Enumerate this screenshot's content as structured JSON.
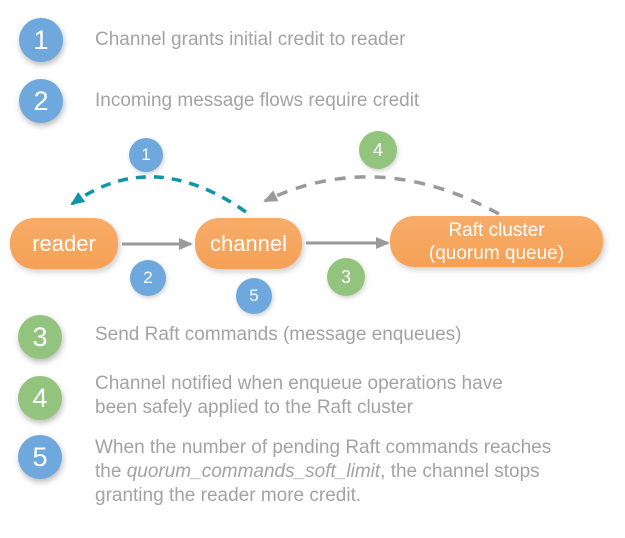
{
  "colors": {
    "step_blue": "#6fa8dc",
    "step_green": "#93c47d",
    "node_orange": "#f6a75f",
    "credit_arrow_teal": "#0e96a6",
    "arrow_gray": "#9a9a9a",
    "text_gray": "#a3a3a3"
  },
  "legend": {
    "step1": {
      "num": "1",
      "text": "Channel grants initial credit to reader"
    },
    "step2": {
      "num": "2",
      "text": "Incoming message flows require credit"
    },
    "step3": {
      "num": "3",
      "text": "Send Raft commands (message enqueues)"
    },
    "step4": {
      "num": "4",
      "line1": "Channel notified when enqueue operations have",
      "line2": "been safely applied to the Raft cluster"
    },
    "step5": {
      "num": "5",
      "line1": "When the number of pending Raft commands reaches",
      "line2_pre": "the ",
      "line2_italic": "quorum_commands_soft_limit",
      "line2_post": ", the channel stops",
      "line3": "granting the reader more credit."
    }
  },
  "diagram": {
    "nodes": {
      "reader": "reader",
      "channel": "channel",
      "raft_line1": "Raft cluster",
      "raft_line2": "(quorum queue)"
    },
    "badges": {
      "b1": "1",
      "b2": "2",
      "b3": "3",
      "b4": "4",
      "b5": "5"
    }
  }
}
